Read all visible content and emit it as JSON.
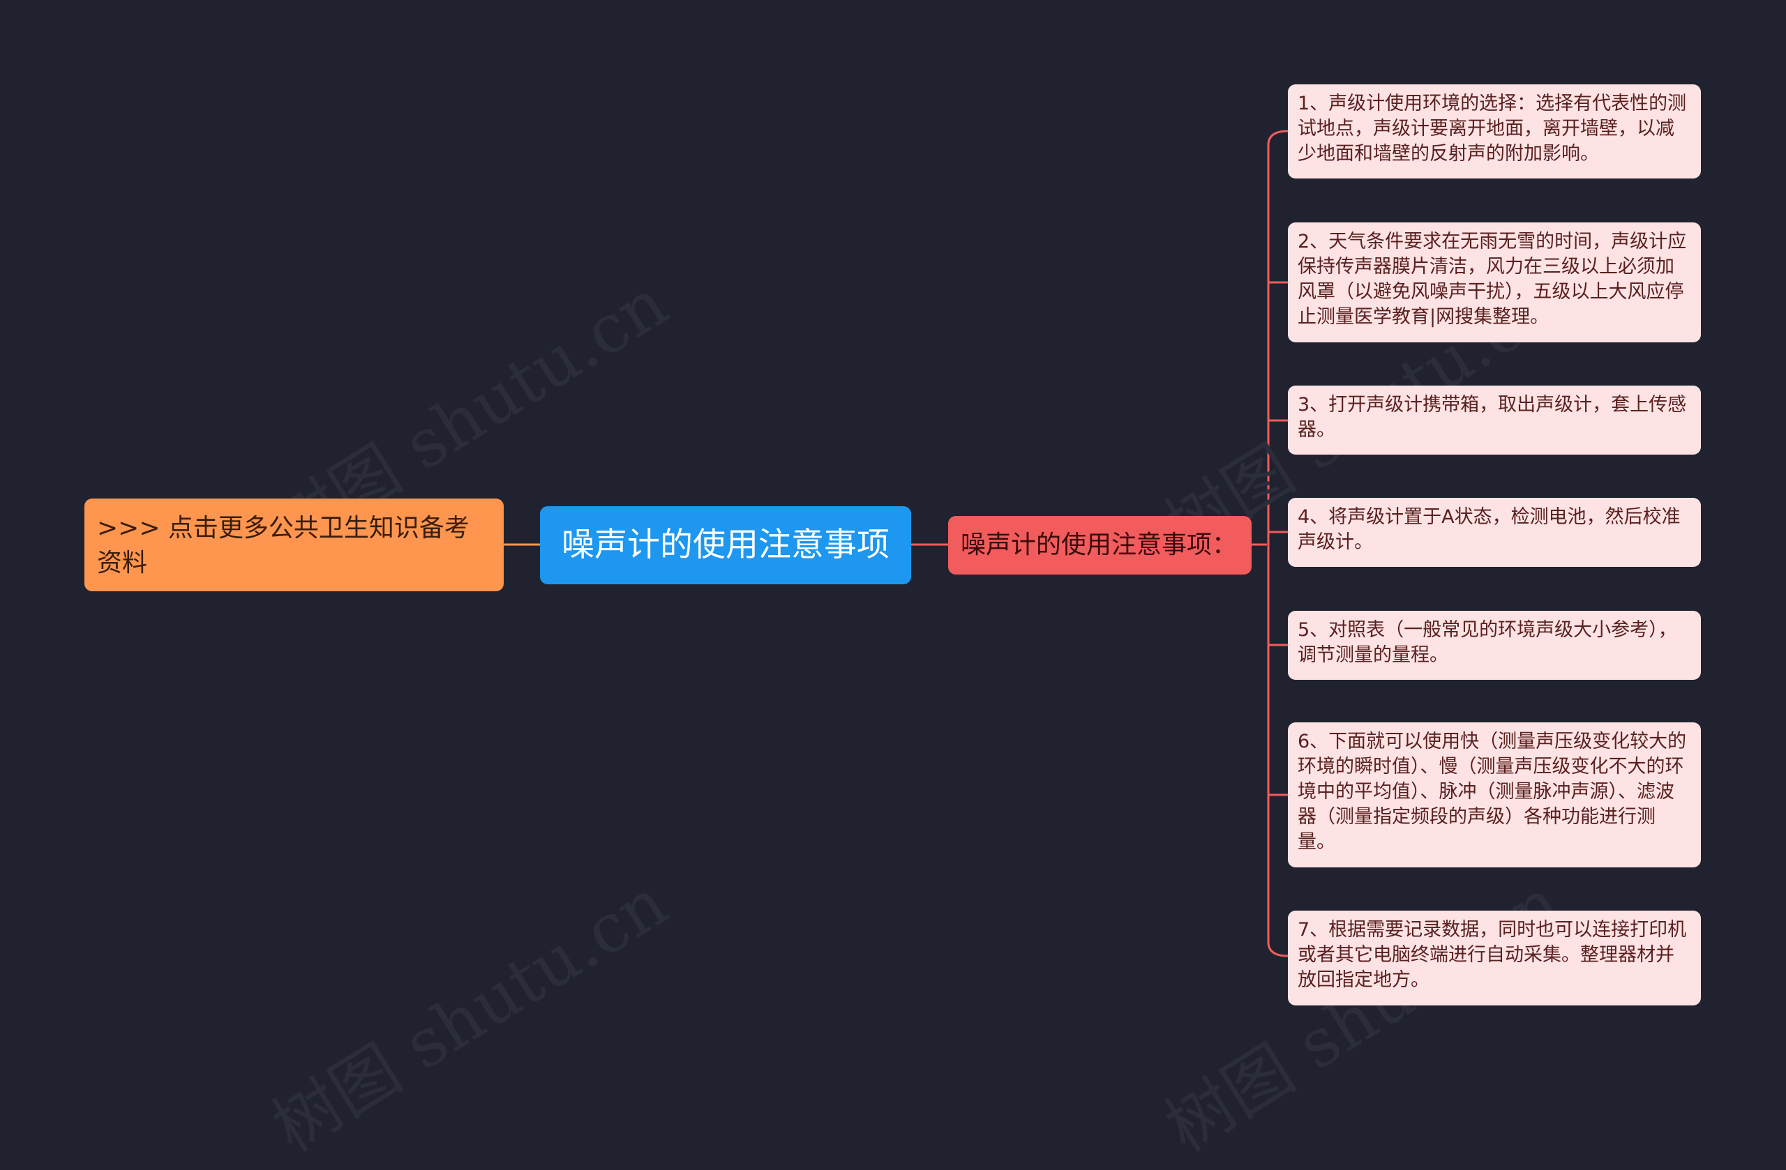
{
  "watermark": "树图 shutu.cn",
  "colors": {
    "background": "#20232f",
    "connector": "#f25c5c",
    "left_connector": "#ff9650",
    "left_node": "#ff9650",
    "center_node": "#1d97f0",
    "mid_node": "#f25c5c",
    "leaf_node": "#fde3e3"
  },
  "left_node": {
    "text": ">>> 点击更多公共卫生知识备考资料"
  },
  "center_node": {
    "text": "噪声计的使用注意事项"
  },
  "mid_node": {
    "text": "噪声计的使用注意事项："
  },
  "leaves": [
    {
      "text": "1、声级计使用环境的选择：选择有代表性的测试地点，声级计要离开地面，离开墙壁，以减少地面和墙壁的反射声的附加影响。"
    },
    {
      "text": "2、天气条件要求在无雨无雪的时间，声级计应保持传声器膜片清洁，风力在三级以上必须加风罩（以避免风噪声干扰），五级以上大风应停止测量医学教育|网搜集整理。"
    },
    {
      "text": "3、打开声级计携带箱，取出声级计，套上传感器。"
    },
    {
      "text": "4、将声级计置于A状态，检测电池，然后校准声级计。"
    },
    {
      "text": "5、对照表（一般常见的环境声级大小参考），调节测量的量程。"
    },
    {
      "text": "6、下面就可以使用快（测量声压级变化较大的环境的瞬时值）、慢（测量声压级变化不大的环境中的平均值）、脉冲（测量脉冲声源）、滤波器（测量指定频段的声级）各种功能进行测量。"
    },
    {
      "text": "7、根据需要记录数据，同时也可以连接打印机或者其它电脑终端进行自动采集。整理器材并放回指定地方。"
    }
  ]
}
